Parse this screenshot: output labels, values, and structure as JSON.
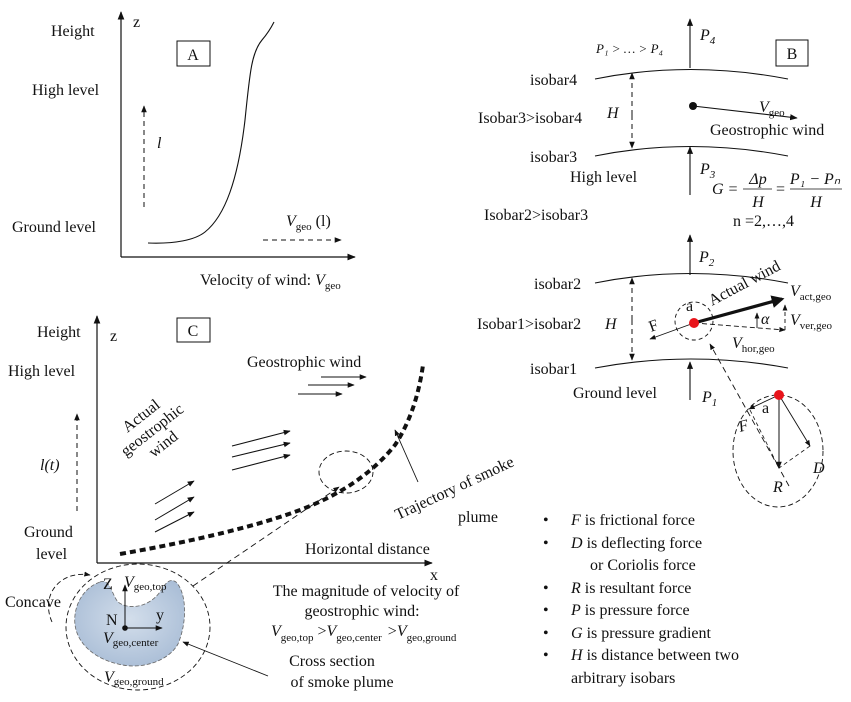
{
  "panel_a": {
    "label": "A",
    "y_axis_symbol": "z",
    "y_levels": [
      "Height",
      "High level",
      "Ground level"
    ],
    "height_symbol": "l",
    "velocity_symbol": "V",
    "velocity_sub": "geo",
    "velocity_arg": "(l)",
    "x_axis_label": "Velocity of wind: ",
    "x_axis_symbol": "V",
    "x_axis_sub": "geo"
  },
  "panel_b": {
    "label": "B",
    "pressure_order": "P₁ > … > P₄",
    "isobars": [
      "isobar4",
      "isobar3",
      "isobar2",
      "isobar1"
    ],
    "comparisons": [
      "Isobar3>isobar4",
      "Isobar2>isobar3",
      "Isobar1>isobar2"
    ],
    "levels": [
      "High level",
      "Ground level"
    ],
    "pressures": [
      "P",
      "P",
      "P",
      "P"
    ],
    "pressure_subs": [
      "4",
      "3",
      "2",
      "1"
    ],
    "distance_symbol": "H",
    "geo_symbol": "V",
    "geo_sub": "geo",
    "geo_label": "Geostrophic wind",
    "formula_lhs": "G =",
    "formula_num1": "Δp",
    "formula_den": "H",
    "formula_eq": "=",
    "formula_num2": "P₁ − Pₙ",
    "formula_range": "n =2,…,4",
    "actual_wind_label": "Actual wind",
    "v_act": "V",
    "v_act_sub": "act,geo",
    "v_ver": "V",
    "v_ver_sub": "ver,geo",
    "v_hor": "V",
    "v_hor_sub": "hor,geo",
    "angle": "α",
    "force_f": "F",
    "point_a": "a",
    "inset": {
      "f": "F",
      "a": "a",
      "d": "D",
      "r": "R"
    },
    "point_color": "#e8141b"
  },
  "panel_c": {
    "label": "C",
    "y_axis_symbol": "z",
    "y_levels": [
      "Height",
      "High level",
      "Ground",
      "level"
    ],
    "time_symbol": "l(t)",
    "geo_wind_label": "Geostrophic wind",
    "actual_wind_label": [
      "Actual",
      "geostrophic",
      "wind"
    ],
    "trajectory_label": [
      "Trajectory of smoke",
      "plume"
    ],
    "x_axis_label": "Horizontal distance",
    "x_axis_symbol": "x",
    "concave_label": "Concave",
    "axes": {
      "z": "Z",
      "y": "y",
      "n": "N"
    },
    "v_top": "V",
    "v_top_sub": "geo,top",
    "v_center": "V",
    "v_center_sub": "geo,center",
    "v_ground": "V",
    "v_ground_sub": "geo,ground",
    "magnitude_text": [
      "The magnitude of velocity of",
      "geostrophic wind:"
    ],
    "inequality": {
      "v": "V",
      "subs": [
        "geo,top",
        "geo,center",
        "geo,ground"
      ],
      "op": ">"
    },
    "cross_section_label": [
      "Cross section",
      "of smoke plume"
    ],
    "plume_color": "#b4c6dd"
  },
  "legend": {
    "items": [
      {
        "sym": "F",
        "text": " is frictional force"
      },
      {
        "sym": "D",
        "text": " is deflecting force"
      },
      {
        "sym": "",
        "text": "or Coriolis force"
      },
      {
        "sym": "R",
        "text": " is resultant force"
      },
      {
        "sym": "P",
        "text": " is pressure force"
      },
      {
        "sym": "G",
        "text": " is pressure gradient"
      },
      {
        "sym": "H",
        "text": " is distance between two"
      },
      {
        "sym": "",
        "text": "arbitrary isobars"
      }
    ]
  }
}
